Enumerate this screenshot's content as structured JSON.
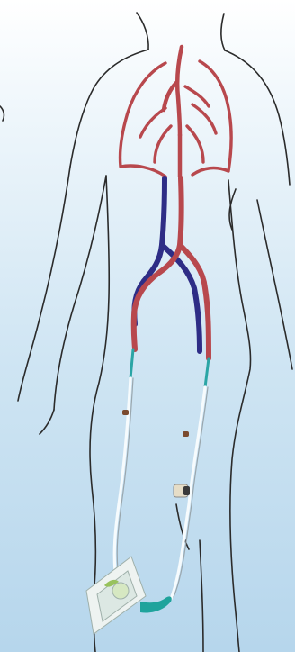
{
  "figure": {
    "colors": {
      "background_top": "#ffffff",
      "background_bottom": "#b6d6ec",
      "outline": "#2b2b2b",
      "artery": "#b8484d",
      "vein": "#2e2d86",
      "cannula_tip": "#2aa5a5",
      "device_body": "#eef3f1",
      "device_accent": "#98c25c",
      "connector": "#1fa39c"
    },
    "parts": [
      "body-outline",
      "lungs",
      "aorta",
      "vena-cava",
      "iliac-artery",
      "iliac-vein",
      "cannula-lines",
      "clamps",
      "portable-device"
    ]
  }
}
